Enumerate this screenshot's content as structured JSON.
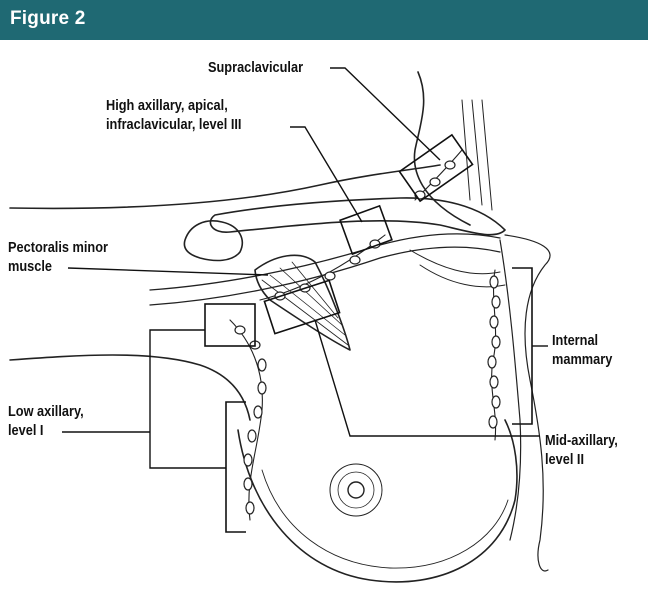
{
  "figure": {
    "title": "Figure 2",
    "header_color": "#1f6973"
  },
  "labels": {
    "supraclavicular": "Supraclavicular",
    "high_axillary": {
      "line1": "High axillary, apical,",
      "line2": "infraclavicular, level III"
    },
    "pectoralis_minor": {
      "line1": "Pectoralis minor",
      "line2": "muscle"
    },
    "internal_mammary": {
      "line1": "Internal",
      "line2": "mammary"
    },
    "low_axillary": {
      "line1": "Low axillary,",
      "line2": "level I"
    },
    "mid_axillary": {
      "line1": "Mid-axillary,",
      "line2": "level II"
    }
  }
}
